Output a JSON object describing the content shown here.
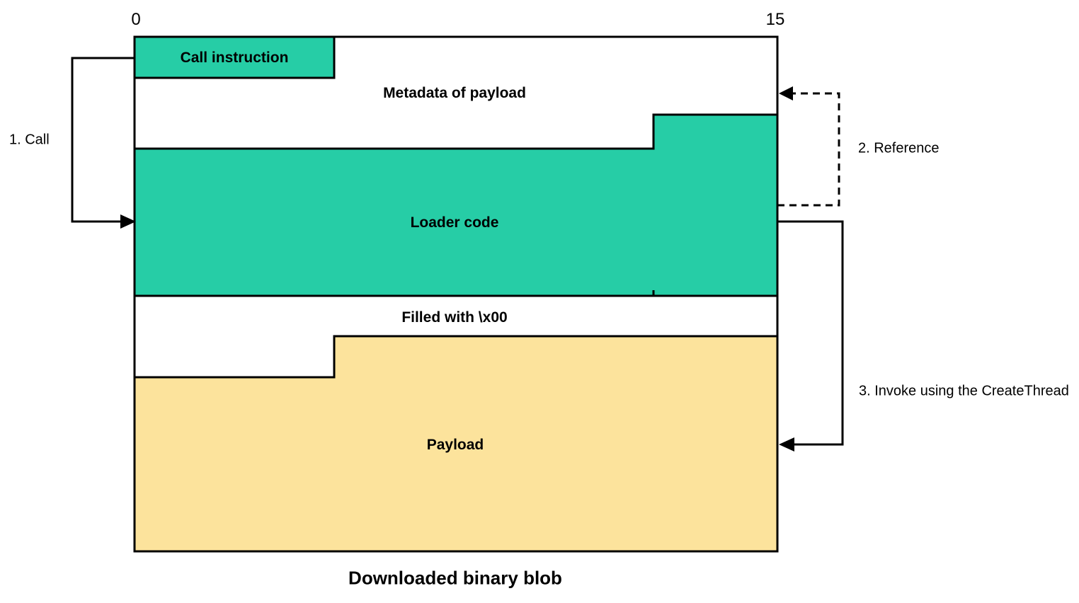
{
  "diagram": {
    "title": "Downloaded binary blob",
    "axis": {
      "left_index": "0",
      "right_index": "15"
    },
    "blocks": {
      "call_instruction": "Call instruction",
      "metadata": "Metadata of payload",
      "loader": "Loader code",
      "filler": "Filled with \\x00",
      "payload": "Payload"
    },
    "annotations": {
      "call": "1. Call",
      "reference": "2. Reference",
      "invoke": "3. Invoke using the CreateThread"
    },
    "colors": {
      "loader_fill": "#26CDA6",
      "payload_fill": "#FCE39C",
      "outline": "#000000",
      "background": "#FFFFFF"
    }
  }
}
